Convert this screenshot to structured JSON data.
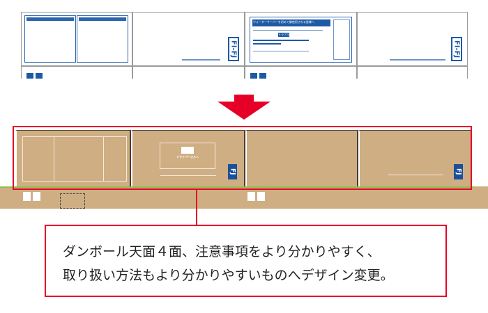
{
  "before": {
    "panel_logo": "FI-FJ",
    "notice_heading": "ウォーターサーバーを初めて御使用される皆様へ",
    "trouble_badge": "トラブル"
  },
  "after": {
    "panel_logo": "FJ",
    "driver_notice": "ドライバーさんへ"
  },
  "caption": {
    "line1": "ダンボール天面４面、注意事項をより分かりやすく、",
    "line2": "取り扱い方法もより分かりやすいものへデザイン変更。"
  },
  "colors": {
    "accent": "#e60027",
    "kraft": "#cfae84",
    "blue": "#1d5aa6"
  }
}
